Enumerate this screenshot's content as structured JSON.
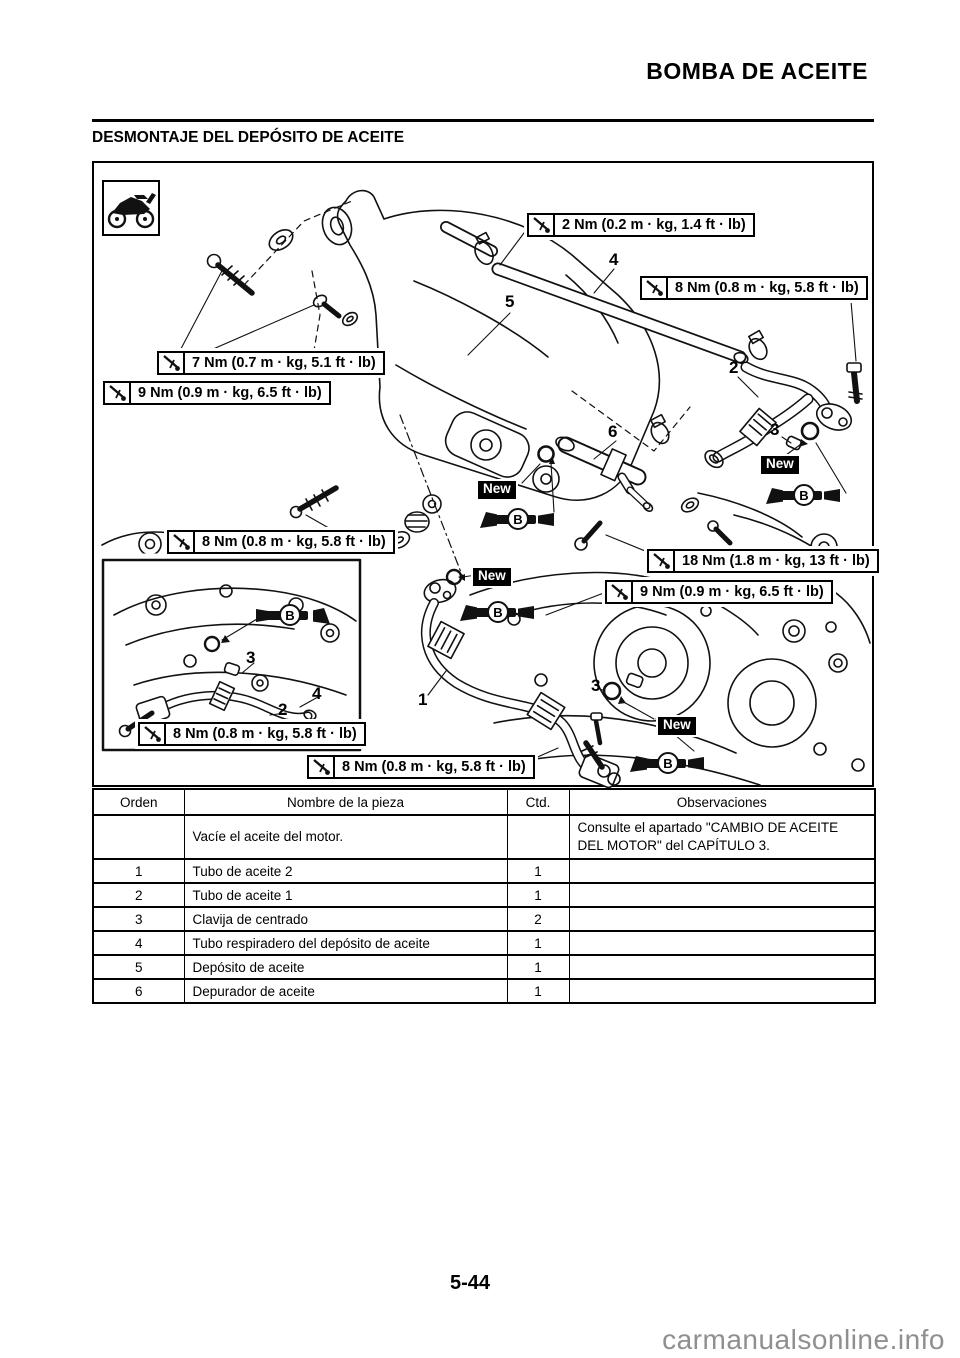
{
  "page": {
    "header_title": "BOMBA DE ACEITE",
    "section_title": "DESMONTAJE DEL DEPÓSITO DE ACEITE",
    "page_number": "5-44",
    "watermark": "carmanualsonline.info"
  },
  "diagram": {
    "new_label": "New",
    "grease_label": "B",
    "torque_callouts": [
      {
        "label": "2 Nm (0.2 m · kg, 1.4 ft · lb)"
      },
      {
        "label": "8 Nm (0.8 m · kg, 5.8 ft · lb)"
      },
      {
        "label": "7 Nm (0.7 m · kg, 5.1 ft · lb)"
      },
      {
        "label": "9 Nm (0.9 m · kg, 6.5 ft · lb)"
      },
      {
        "label": "8 Nm (0.8 m · kg, 5.8 ft · lb)"
      },
      {
        "label": "18 Nm (1.8 m · kg, 13 ft · lb)"
      },
      {
        "label": "9 Nm (0.9 m · kg, 6.5 ft · lb)"
      },
      {
        "label": "8 Nm (0.8 m · kg, 5.8 ft · lb)"
      },
      {
        "label": "8 Nm (0.8 m · kg, 5.8 ft · lb)"
      }
    ],
    "part_markers": [
      {
        "label": "4"
      },
      {
        "label": "5"
      },
      {
        "label": "2"
      },
      {
        "label": "3"
      },
      {
        "label": "6"
      },
      {
        "label": "1"
      },
      {
        "label": "3"
      },
      {
        "label": "3"
      },
      {
        "label": "4"
      },
      {
        "label": "2"
      }
    ]
  },
  "table": {
    "headers": [
      "Orden",
      "Nombre de la pieza",
      "Ctd.",
      "Observaciones"
    ],
    "rows": [
      {
        "orden": "",
        "nombre": "Vacíe el aceite del motor.",
        "ctd": "",
        "obs": "Consulte el apartado \"CAMBIO DE ACEITE DEL MOTOR\" del CAPÍTULO 3."
      },
      {
        "orden": "1",
        "nombre": "Tubo de aceite 2",
        "ctd": "1",
        "obs": ""
      },
      {
        "orden": "2",
        "nombre": "Tubo de aceite 1",
        "ctd": "1",
        "obs": ""
      },
      {
        "orden": "3",
        "nombre": "Clavija de centrado",
        "ctd": "2",
        "obs": ""
      },
      {
        "orden": "4",
        "nombre": "Tubo respiradero del depósito de aceite",
        "ctd": "1",
        "obs": ""
      },
      {
        "orden": "5",
        "nombre": "Depósito de aceite",
        "ctd": "1",
        "obs": ""
      },
      {
        "orden": "6",
        "nombre": "Depurador de aceite",
        "ctd": "1",
        "obs": ""
      }
    ]
  }
}
